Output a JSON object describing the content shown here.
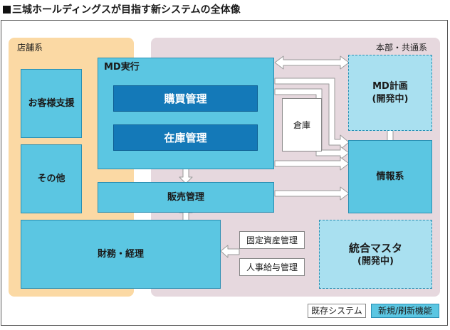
{
  "title": "三城ホールディングスが目指す新システムの全体像",
  "regions": {
    "store": "店舗系",
    "headquarters": "本部・共通系"
  },
  "boxes": {
    "customer_support": "お客様支援",
    "other": "その他",
    "md_execution": "MD実行",
    "purchase_management": "購買管理",
    "inventory_management": "在庫管理",
    "warehouse": "倉庫",
    "md_planning": "MD計画",
    "md_planning_status": "(開発中)",
    "information": "情報系",
    "sales_management": "販売管理",
    "finance_accounting": "財務・経理",
    "fixed_asset_management": "固定資産管理",
    "hr_payroll_management": "人事給与管理",
    "integrated_master": "統合マスタ",
    "integrated_master_status": "(開発中)"
  },
  "legend": {
    "existing": "既存システム",
    "new": "新規/刷新機能"
  },
  "colors": {
    "store_region": "#fbd9a4",
    "hq_region": "#e6d8de",
    "new_system": "#5bc6e2",
    "in_development": "#a9e0f0",
    "core_module": "#1479b8",
    "arrow": "#ffffff"
  }
}
